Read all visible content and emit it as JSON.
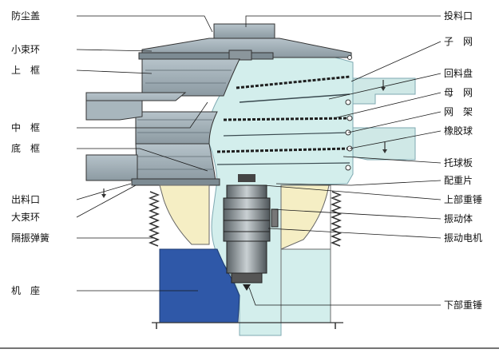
{
  "labels_left": [
    {
      "key": "dust_cover",
      "text": "防尘盖"
    },
    {
      "key": "small_clamp_ring",
      "text": "小束环"
    },
    {
      "key": "upper_frame",
      "text": "上　框"
    },
    {
      "key": "middle_frame",
      "text": "中　框"
    },
    {
      "key": "bottom_frame",
      "text": "底　框"
    },
    {
      "key": "discharge_outlet",
      "text": "出料口"
    },
    {
      "key": "large_clamp_ring",
      "text": "大束环"
    },
    {
      "key": "isolation_spring",
      "text": "隔振弹簧"
    },
    {
      "key": "base",
      "text": "机　座"
    }
  ],
  "labels_right": [
    {
      "key": "feed_inlet",
      "text": "投料口"
    },
    {
      "key": "fine_mesh",
      "text": "子　网"
    },
    {
      "key": "return_tray",
      "text": "回料盘"
    },
    {
      "key": "main_mesh",
      "text": "母　网"
    },
    {
      "key": "mesh_frame",
      "text": "网　架"
    },
    {
      "key": "rubber_ball",
      "text": "橡胶球"
    },
    {
      "key": "ball_tray",
      "text": "托球板"
    },
    {
      "key": "counterweight_plate",
      "text": "配重片"
    },
    {
      "key": "upper_weight",
      "text": "上部重锤"
    },
    {
      "key": "vibrating_body",
      "text": "振动体"
    },
    {
      "key": "vibration_motor",
      "text": "振动电机"
    },
    {
      "key": "lower_weight",
      "text": "下部重锤"
    }
  ],
  "colors": {
    "frame_steel": "#a3b1b8",
    "frame_dark": "#7d8b93",
    "interior_cyan": "#d3eeec",
    "cabinet_blue": "#2f58a8",
    "cream": "#f5eec4",
    "spring": "#333333"
  }
}
